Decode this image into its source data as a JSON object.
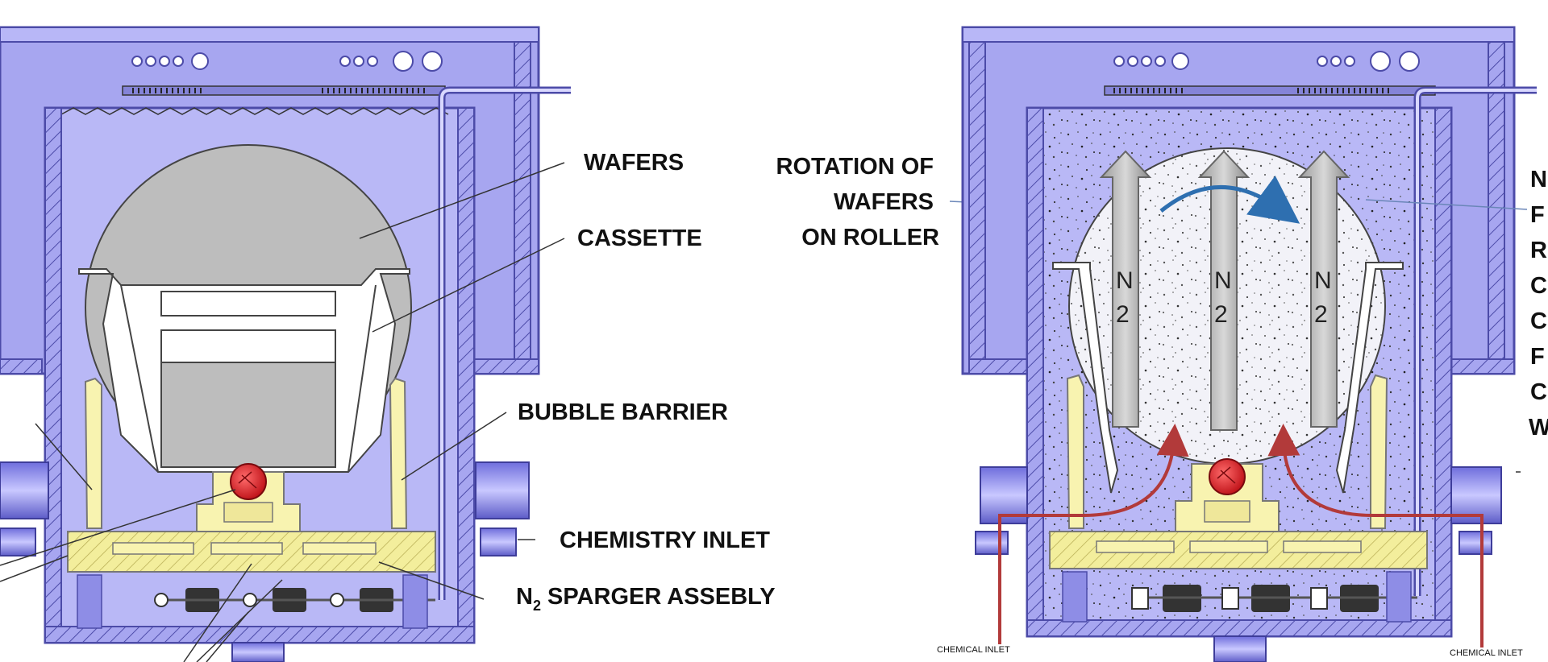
{
  "labels": {
    "wafers": "WAFERS",
    "cassette": "CASSETTE",
    "bubble_barrier": "BUBBLE BARRIER",
    "chemistry_inlet": "CHEMISTRY INLET",
    "sparger_prefix": "N",
    "sparger_sub": "2",
    "sparger_suffix": " SPARGER ASSEBLY",
    "rotation_line1": "ROTATION OF",
    "rotation_line2": "WAFERS",
    "rotation_line3": "ON ROLLER",
    "chemical_inlet_left": "CHEMICAL INLET",
    "chemical_inlet_right": "CHEMICAL INLET"
  },
  "cropped_right_letters": [
    "N",
    "F",
    "R",
    "C",
    "C",
    "F",
    "C",
    "W"
  ],
  "n2_arrow_label": {
    "letter": "N",
    "digit": "2"
  },
  "colors": {
    "tank": "#a7a6f0",
    "tank_dark": "#4c4ba8",
    "liquid": "#b9b8f6",
    "wafer": "#bdbdbd",
    "cassette": "#ffffff",
    "barrier": "#f8f3b0",
    "sparger": "#f3ee9c",
    "roller": "#e0232a",
    "flow_arrow": "#b23a3a",
    "rotation_arrow": "#2e6fb0"
  }
}
